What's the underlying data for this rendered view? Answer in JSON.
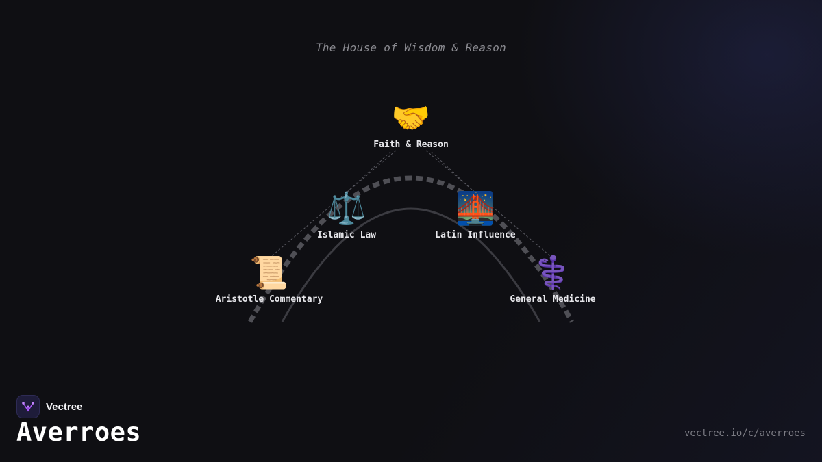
{
  "subtitle": "The House of Wisdom & Reason",
  "diagram": {
    "nodes": [
      {
        "id": "faith-reason",
        "icon": "handshake-icon",
        "glyph": "🤝",
        "label": "Faith & Reason"
      },
      {
        "id": "islamic-law",
        "icon": "scales-icon",
        "glyph": "⚖️",
        "label": "Islamic Law"
      },
      {
        "id": "latin-influence",
        "icon": "bridge-at-night-icon",
        "glyph": "🌉",
        "label": "Latin Influence"
      },
      {
        "id": "aristotle-commentary",
        "icon": "scroll-icon",
        "glyph": "📜",
        "label": "Aristotle Commentary"
      },
      {
        "id": "general-medicine",
        "icon": "medical-symbol-icon",
        "glyph": "⚕️",
        "label": "General Medicine"
      }
    ]
  },
  "brand": {
    "name": "Vectree",
    "icon": "vectree-logo-icon",
    "accent": "#a855f7"
  },
  "page": {
    "title": "Averroes",
    "url": "vectree.io/c/averroes"
  }
}
